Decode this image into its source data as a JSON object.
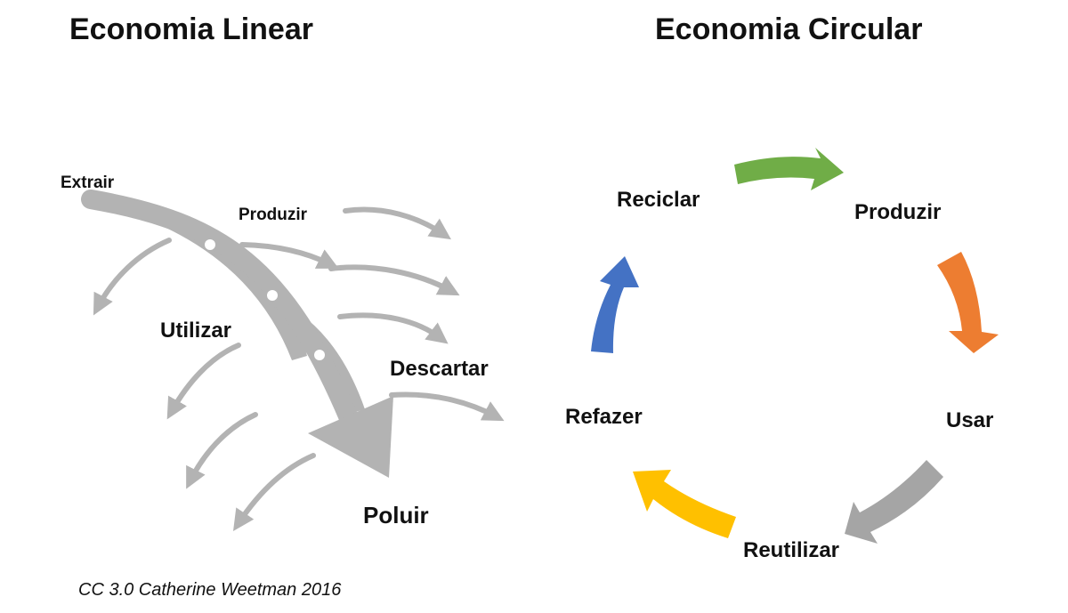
{
  "titles": {
    "linear": "Economia Linear",
    "circular": "Economia Circular"
  },
  "linear": {
    "stages": [
      "Extrair",
      "Produzir",
      "Utilizar",
      "Descartar",
      "Poluir"
    ],
    "arrow_color": "#b3b3b3",
    "node_color": "#ffffff"
  },
  "circular": {
    "stages": [
      {
        "label": "Produzir",
        "arrow_color": "#ed7d31"
      },
      {
        "label": "Usar",
        "arrow_color": "#a5a5a5"
      },
      {
        "label": "Reutilizar",
        "arrow_color": "#ffc000"
      },
      {
        "label": "Refazer",
        "arrow_color": "#4472c4"
      },
      {
        "label": "Reciclar",
        "arrow_color": "#70ad47"
      }
    ]
  },
  "credit": "CC 3.0 Catherine Weetman 2016"
}
